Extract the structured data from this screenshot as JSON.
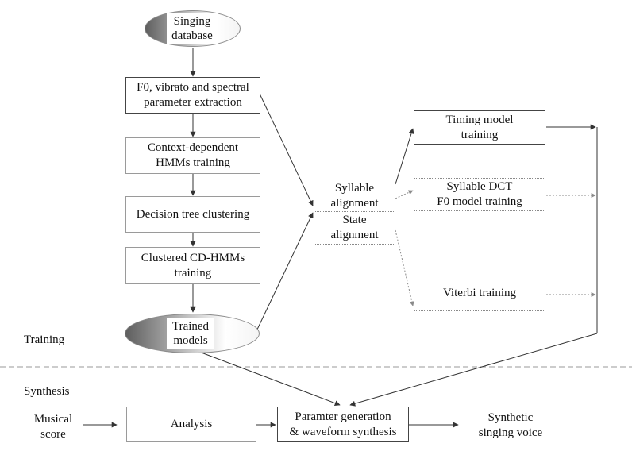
{
  "nodes": {
    "singing_database": "Singing\ndatabase",
    "f0_extraction": "F0, vibrato and spectral\nparameter extraction",
    "cd_hmm_training": "Context-dependent\nHMMs training",
    "decision_tree": "Decision tree clustering",
    "clustered_training": "Clustered CD-HMMs\ntraining",
    "trained_models": "Trained\nmodels",
    "syllable_alignment": "Syllable\nalignment",
    "state_alignment": "State\nalignment",
    "timing_model": "Timing model\ntraining",
    "syllable_dct": "Syllable DCT\nF0 model training",
    "viterbi": "Viterbi training",
    "analysis": "Analysis",
    "parameter_generation": "Paramter generation\n& waveform synthesis"
  },
  "labels": {
    "training": "Training",
    "synthesis": "Synthesis",
    "musical_score": "Musical\nscore",
    "synthetic_voice": "Synthetic\nsinging voice"
  },
  "colors": {
    "line": "#333333",
    "dotted": "#8a8a8a",
    "separator": "#9a9a9a"
  }
}
